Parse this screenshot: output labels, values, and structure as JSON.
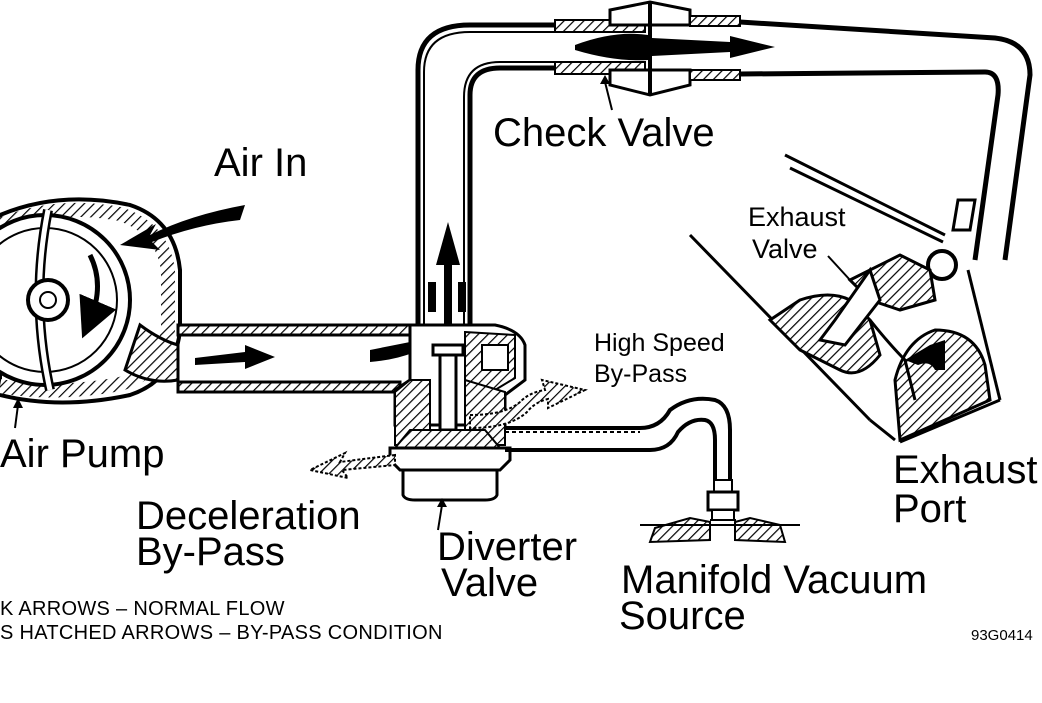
{
  "labels": {
    "air_in": "Air In",
    "check_valve": "Check Valve",
    "exhaust_valve_1": "Exhaust",
    "exhaust_valve_2": "Valve",
    "exhaust_port_1": "Exhaust",
    "exhaust_port_2": "Port",
    "air_pump": "Air Pump",
    "high_speed_1": "High Speed",
    "high_speed_2": "By-Pass",
    "decel_1": "Deceleration",
    "decel_2": "By-Pass",
    "diverter_1": "Diverter",
    "diverter_2": "Valve",
    "manifold_1": "Manifold Vacuum",
    "manifold_2": "Source"
  },
  "legend": {
    "line1": "K ARROWS  –  NORMAL FLOW",
    "line2": "S HATCHED ARROWS  –  BY-PASS CONDITION"
  },
  "figure_code": "93G0414",
  "colors": {
    "ink": "#000000",
    "paper": "#ffffff"
  }
}
